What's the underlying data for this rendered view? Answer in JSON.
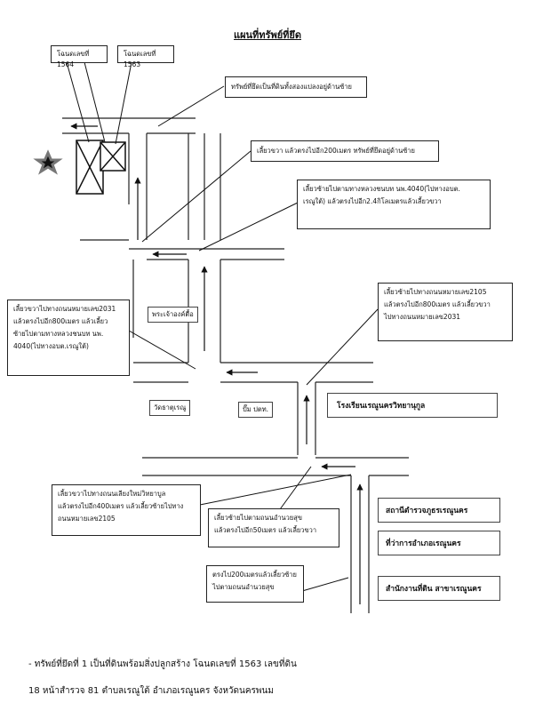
{
  "title": "แผนที่ทรัพย์ที่ยึด",
  "plots": [
    {
      "label": "โฉนดเลขที่ 1564"
    },
    {
      "label": "โฉนดเลขที่ 1563"
    }
  ],
  "callouts": {
    "c1": "ทรัพย์ที่ยึดเป็นที่ดินทั้งสองแปลงอยู่ด้านซ้าย",
    "c2": "เลี้ยวขวา แล้วตรงไปอีก200เมตร ทรัพย์ที่ยึดอยู่ด้านซ้าย",
    "c3_l1": "เลี้ยวซ้ายไปตามทางหลวงชนบท นพ.4040(ไปทางอบต.",
    "c3_l2": "เรณูใต้) แล้วตรงไปอีก2.4กิโลเมตรแล้วเลี้ยวขวา",
    "c4_l1": "เลี้ยวขวาไปทางถนนหมายเลข2031",
    "c4_l2": "แล้วตรงไปอีก800เมตร แล้วเลี้ยว",
    "c4_l3": "ซ้ายไปตามทางหลวงชนบท นพ.",
    "c4_l4": "4040(ไปทางอบต.เรณูใต้)",
    "c5_l1": "เลี้ยวซ้ายไปทางถนนหมายเลข2105",
    "c5_l2": "แล้วตรงไปอีก800เมตร แล้วเลี้ยวขวา",
    "c5_l3": "ไปทางถนนหมายเลข2031",
    "c6_l1": "เลี้ยวขวาไปทางถนนเลียงใหม่วิทยาบูล",
    "c6_l2": "แล้วตรงไปอีก400เมตร แล้วเลี้ยวซ้ายไปทาง",
    "c6_l3": "ถนนหมายเลข2105",
    "c7_l1": "เลี้ยวซ้ายไปตามถนนอำนวยสุข",
    "c7_l2": "แล้วตรงไปอีก50เมตร แล้วเลี้ยวขวา",
    "c8_l1": "ตรงไป200เมตรแล้วเลี้ยวซ้าย",
    "c8_l2": "ไปตามถนนอำนวยสุข"
  },
  "places": {
    "school": "โรงเรียนเรณูนครวิทยานุกูล",
    "police": "สถานีตำรวจภูธรเรณูนคร",
    "district": "ที่ว่าการอำเภอเรณูนคร",
    "land_office": "สำนักงานที่ดิน สาขาเรณูนคร",
    "temple": "วัดธาตุเรณู",
    "shrine": "พระเจ้าองค์ตื้อ",
    "gas": "ปั๊ม ปตท."
  },
  "footer": {
    "line1": "- ทรัพย์ที่ยึดที่ 1 เป็นที่ดินพร้อมสิ่งปลูกสร้าง โฉนดเลขที่ 1563 เลขที่ดิน",
    "line2": "18 หน้าสำรวจ 81  ตำบลเรณูใต้ อำเภอเรณูนคร จังหวัดนครพนม"
  },
  "icons": [
    "star-icon",
    "arrow-icon"
  ]
}
